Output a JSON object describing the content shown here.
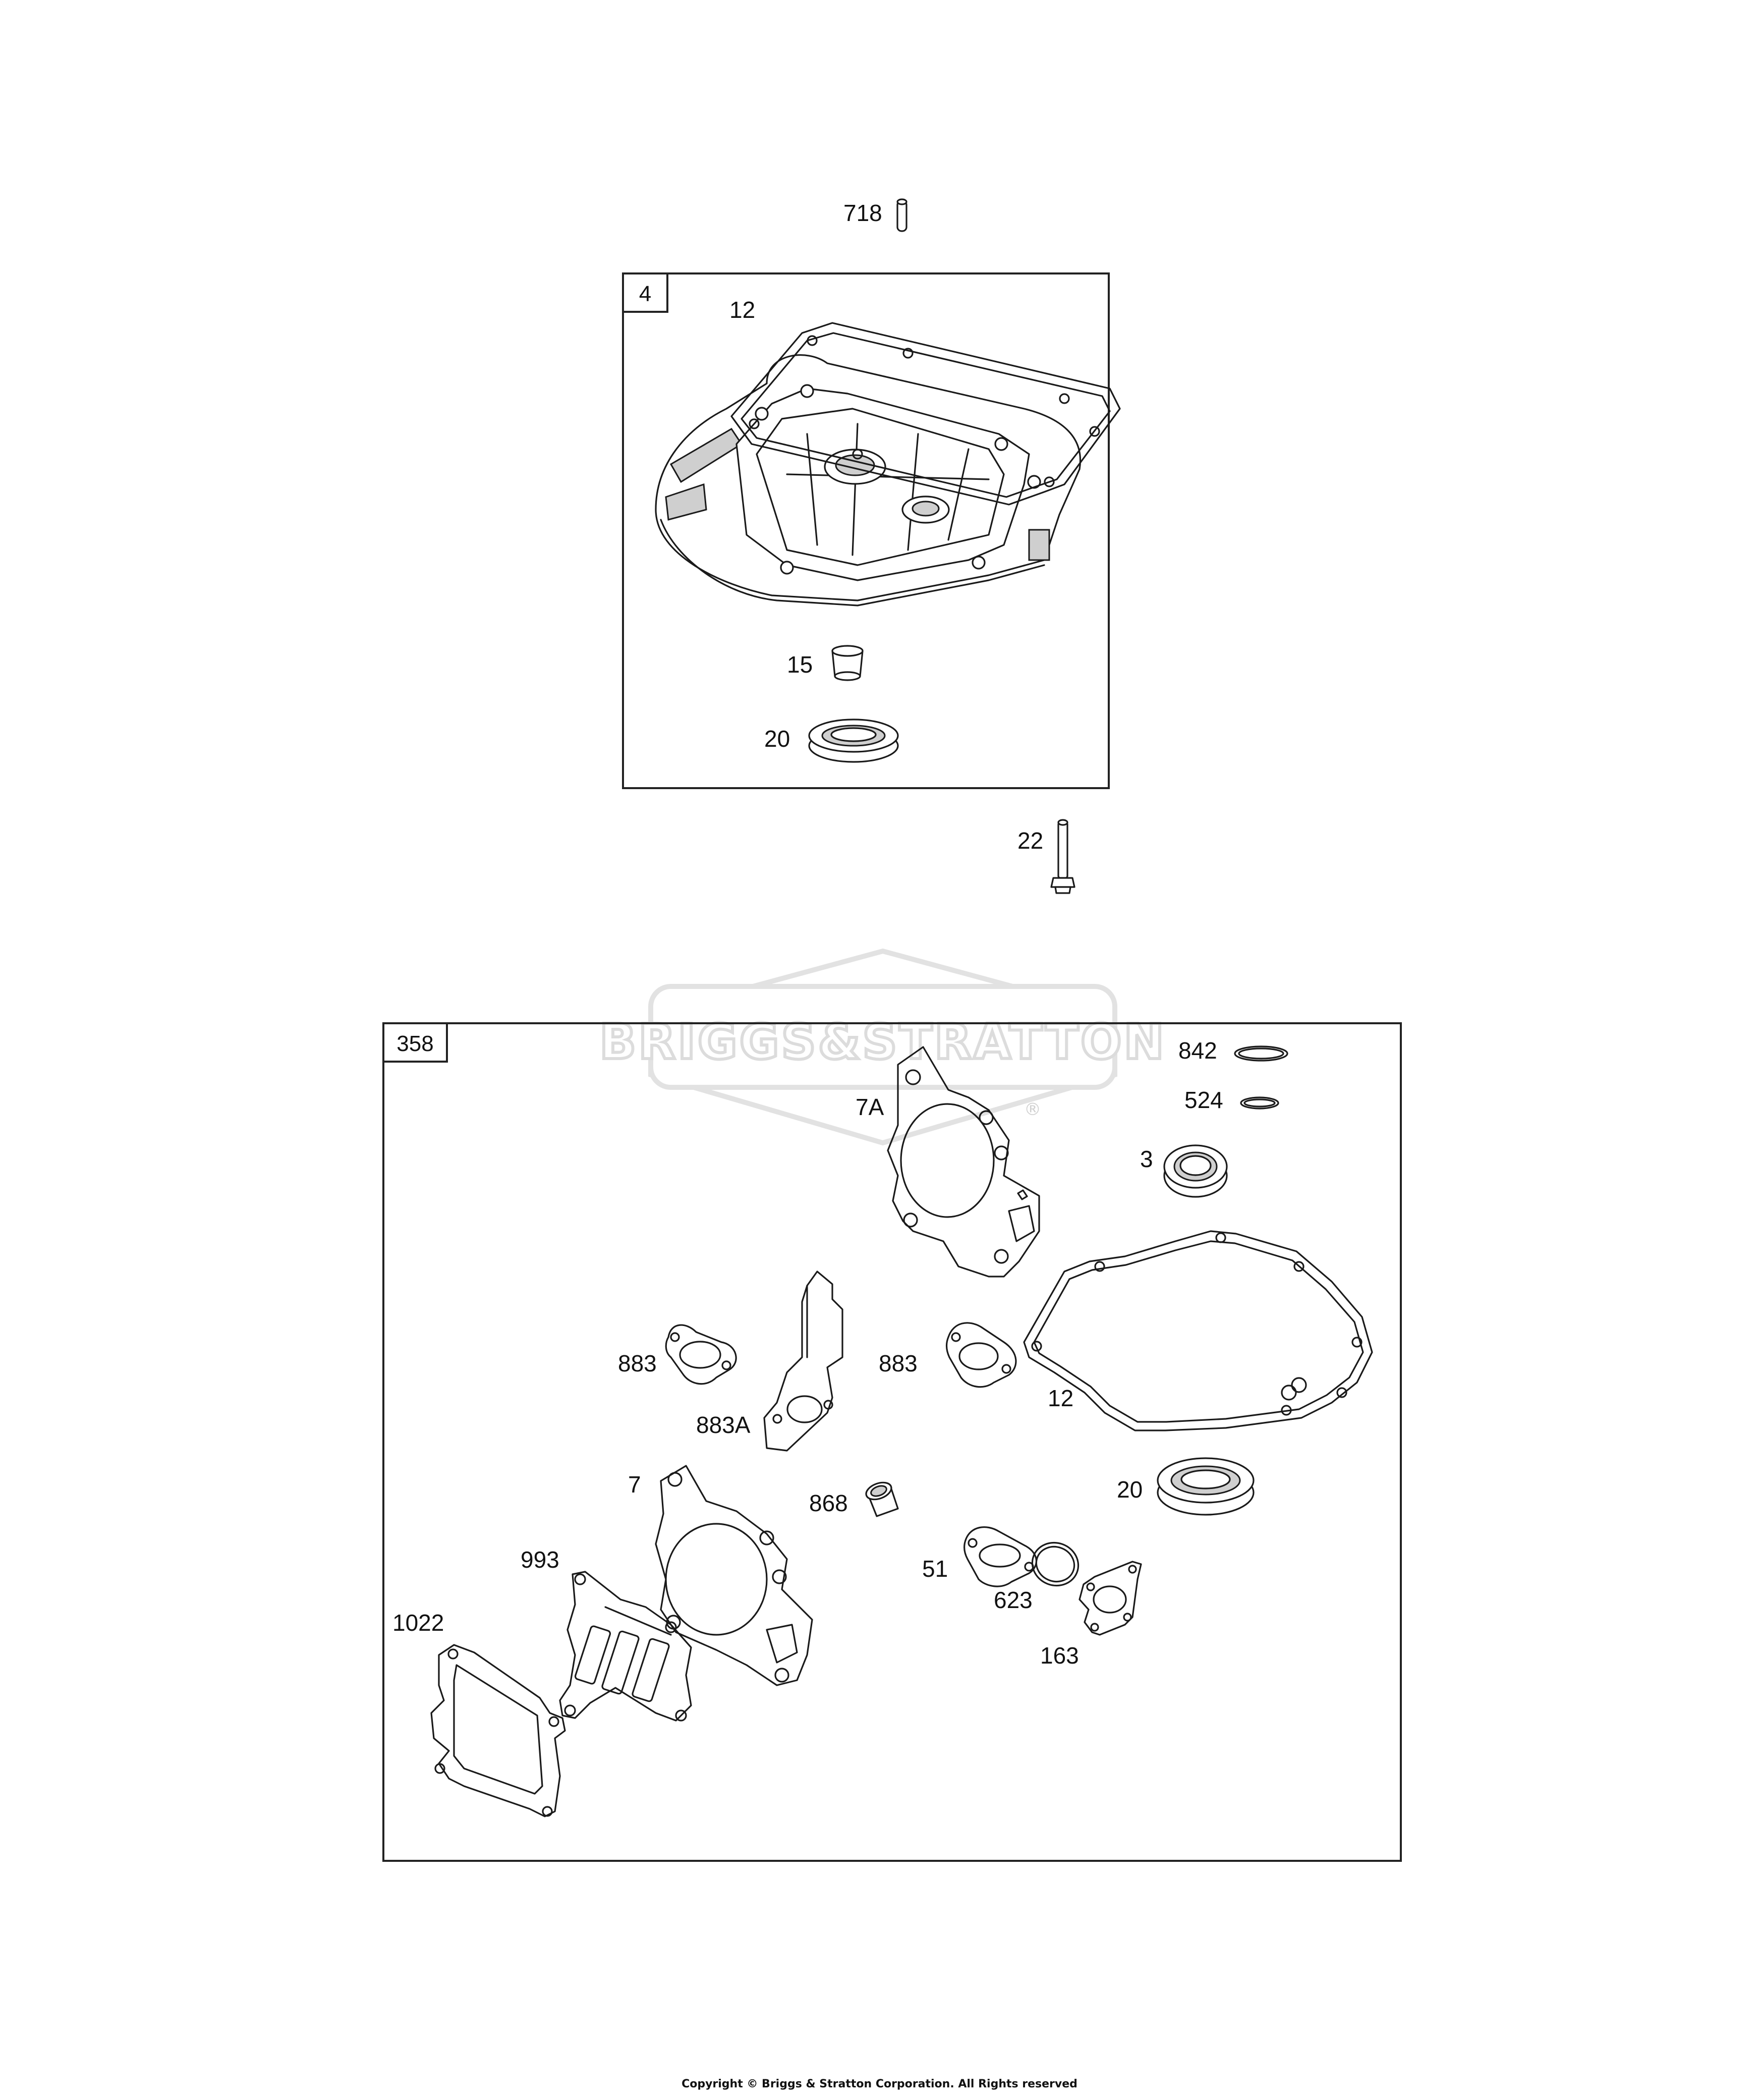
{
  "watermark": {
    "brand": "BRIGGS&STRATTON",
    "mark": "®"
  },
  "group_4": {
    "number": "4",
    "callouts": {
      "p12": "12",
      "p15": "15",
      "p20": "20"
    }
  },
  "standalone": {
    "p718": "718",
    "p22": "22"
  },
  "group_358": {
    "number": "358",
    "callouts": {
      "p842": "842",
      "p524": "524",
      "p7A": "7A",
      "p3": "3",
      "p12": "12",
      "p883_left": "883",
      "p883_right": "883",
      "p883A": "883A",
      "p20": "20",
      "p7": "7",
      "p868": "868",
      "p993": "993",
      "p1022": "1022",
      "p51": "51",
      "p623": "623",
      "p163": "163"
    }
  },
  "copyright": "Copyright © Briggs & Stratton Corporation. All Rights reserved"
}
